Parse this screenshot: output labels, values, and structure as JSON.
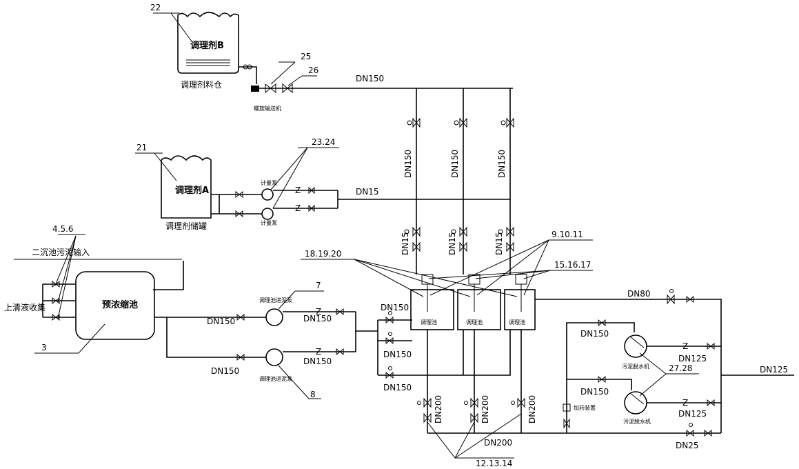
{
  "labels": {
    "n22": "22",
    "n21": "21",
    "n25": "25",
    "n26": "26",
    "n2324": "23.24",
    "n456": "4.5.6",
    "n3": "3",
    "n7": "7",
    "n8": "8",
    "n181920": "18.19.20",
    "n91011": "9.10.11",
    "n151617": "15.16.17",
    "n2728": "27.28",
    "n121314": "12.13.14"
  },
  "texts": {
    "tankB": "调理剂B",
    "tankB_caption": "调理剂料仓",
    "tankA": "调理剂A",
    "tankA_caption": "调理剂储罐",
    "sludge_in": "二沉池污泥输入",
    "clear_water": "上清液收集",
    "pre_tank": "预浓缩池",
    "mixer": "调理池"
  },
  "pipes": {
    "dn150": "DN150",
    "dn15": "DN15",
    "dn80": "DN80",
    "dn200": "DN200",
    "dn125": "DN125",
    "dn25": "DN25"
  }
}
